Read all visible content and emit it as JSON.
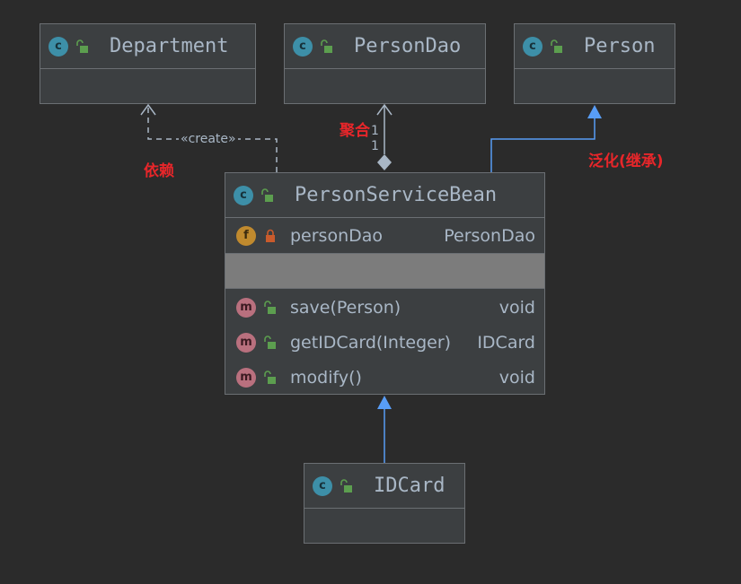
{
  "classes": {
    "department": {
      "name": "Department"
    },
    "persondao": {
      "name": "PersonDao"
    },
    "person": {
      "name": "Person"
    },
    "personservicebean": {
      "name": "PersonServiceBean",
      "fields": [
        {
          "badge": "f",
          "name": "personDao",
          "type": "PersonDao"
        }
      ],
      "methods": [
        {
          "badge": "m",
          "name": "save(Person)",
          "type": "void"
        },
        {
          "badge": "m",
          "name": "getIDCard(Integer)",
          "type": "IDCard"
        },
        {
          "badge": "m",
          "name": "modify()",
          "type": "void"
        }
      ]
    },
    "idcard": {
      "name": "IDCard"
    }
  },
  "badges": {
    "class": "c"
  },
  "edges": {
    "create_stereotype": "«create»",
    "multiplicity_top": "1",
    "multiplicity_bottom": "1"
  },
  "annotations": {
    "dependency": "依赖",
    "aggregation": "聚合",
    "generalization": "泛化(继承)"
  },
  "colors": {
    "background": "#2b2b2b",
    "box": "#3c3f41",
    "border": "#6b6f73",
    "text": "#a9b7c6",
    "annotation": "#e8262a",
    "inheritance_arrow": "#589df6",
    "dependency_line": "#a9b7c6"
  },
  "icons": {
    "class_badge": "class-c-icon",
    "field_badge": "field-f-icon",
    "method_badge": "method-m-icon",
    "public_lock": "unlocked-padlock-icon",
    "private_lock": "locked-padlock-icon"
  }
}
